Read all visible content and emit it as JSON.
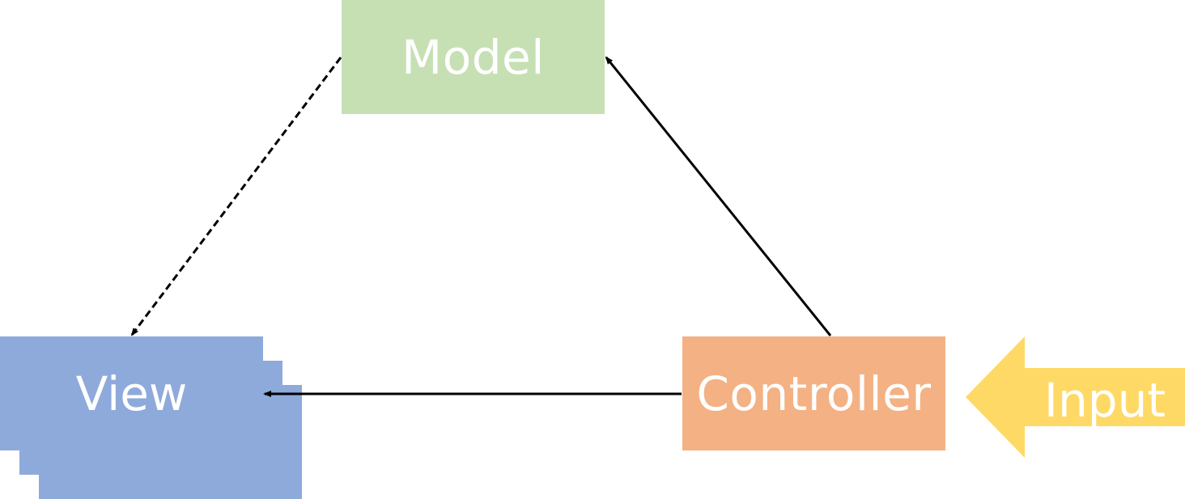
{
  "nodes": {
    "model": {
      "label": "Model",
      "color": "#c6e0b4"
    },
    "view": {
      "label": "View",
      "color": "#8eaadb"
    },
    "controller": {
      "label": "Controller",
      "color": "#f4b183"
    },
    "input": {
      "label": "Input",
      "color": "#ffd966"
    }
  },
  "edges": [
    {
      "from": "model",
      "to": "view",
      "style": "dashed"
    },
    {
      "from": "controller",
      "to": "model",
      "style": "solid"
    },
    {
      "from": "controller",
      "to": "view",
      "style": "solid"
    },
    {
      "from": "input",
      "to": "controller",
      "style": "block-arrow"
    }
  ],
  "line_color": "#000000"
}
